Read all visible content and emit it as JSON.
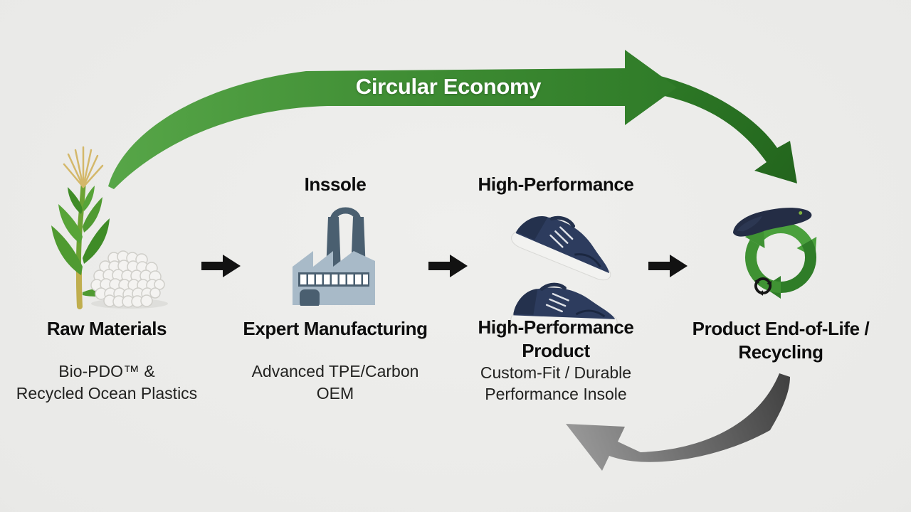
{
  "banner": {
    "label": "Circular Economy"
  },
  "stages": {
    "raw": {
      "title": "Raw Materials",
      "sub1": "Bio-PDO™ &",
      "sub2": "Recycled Ocean Plastics"
    },
    "mfg": {
      "heading": "Inssole",
      "title": "Expert Manufacturing",
      "sub1": "Advanced TPE/Carbon",
      "sub2": "OEM"
    },
    "product": {
      "heading": "High-Performance",
      "title1": "High-Performance",
      "title2": "Product",
      "sub1": "Custom-Fit / Durable",
      "sub2": "Performance Insole"
    },
    "eol": {
      "title1": "Product End-of-Life /",
      "title2": "Recycling"
    }
  },
  "icons": {
    "raw": "corn-plant-and-pellets-icon",
    "mfg": "factory-icon",
    "product": "sneakers-icon",
    "eol": "recycling-arrows-with-insole-icon"
  },
  "colors": {
    "background": "#e9e9e7",
    "banner_green": "#3e8c33",
    "dark_green": "#2c6e24",
    "recycle_green_light": "#4aa03c",
    "recycle_green_dark": "#2f7d28",
    "navy_shoe": "#2d3c5e",
    "flow_arrow_black": "#121212",
    "return_arrow_gray": "#8a8a8a",
    "text_black": "#0d0d0d"
  }
}
